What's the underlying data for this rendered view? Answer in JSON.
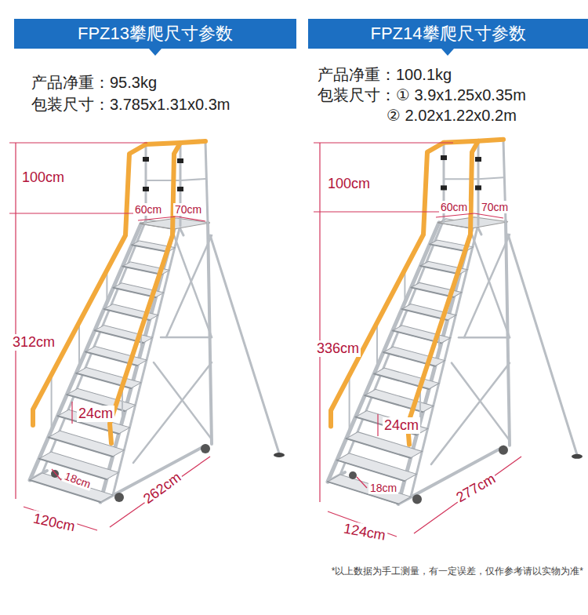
{
  "diagram": {
    "nodes": [
      {
        "text": [
          "FPZ13攀爬尺寸参数"
        ]
      },
      {
        "text": [
          "FPZ14攀爬尺寸参数"
        ]
      }
    ],
    "labels": [
      "产品净重：95.3kg",
      "包装尺寸：3.785x1.31x0.3m",
      "100cm",
      "60cm",
      "70cm",
      "312cm",
      "24cm",
      "18cm",
      "120cm",
      "262cm",
      "产品净重：100.1kg",
      "包装尺寸：① 3.9x1.25x0.35m",
      "② 2.02x1.22x0.2m",
      "100cm",
      "60cm",
      "70cm",
      "336cm",
      "24cm",
      "18cm",
      "124cm",
      "277cm",
      "*以上数据为手工测量，有一定误差，仅作参考请以实物为准*"
    ]
  }
}
